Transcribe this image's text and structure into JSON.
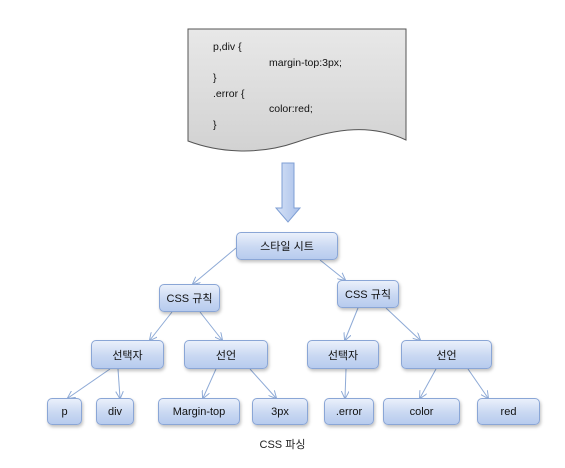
{
  "code_lines": [
    "p,div {",
    "margin-top:3px;",
    "}",
    ".error {",
    "color:red;",
    "}"
  ],
  "tree": {
    "root": "스타일 시트",
    "rules": [
      {
        "label": "CSS 규칙",
        "selector": {
          "label": "선택자",
          "children": [
            "p",
            "div"
          ]
        },
        "declaration": {
          "label": "선언",
          "children": [
            "Margin-top",
            "3px"
          ]
        }
      },
      {
        "label": "CSS 규칙",
        "selector": {
          "label": "선택자",
          "children": [
            ".error"
          ]
        },
        "declaration": {
          "label": "선언",
          "children": [
            "color",
            "red"
          ]
        }
      }
    ]
  },
  "caption": "CSS 파싱",
  "colors": {
    "node_border": "#8aa6d6",
    "node_fill_top": "#eaf0fb",
    "node_fill_bottom": "#b7cbee",
    "connector": "#8eaad6",
    "arrow_fill": "#b9cdf0",
    "document_fill": "#dcdcdc"
  }
}
